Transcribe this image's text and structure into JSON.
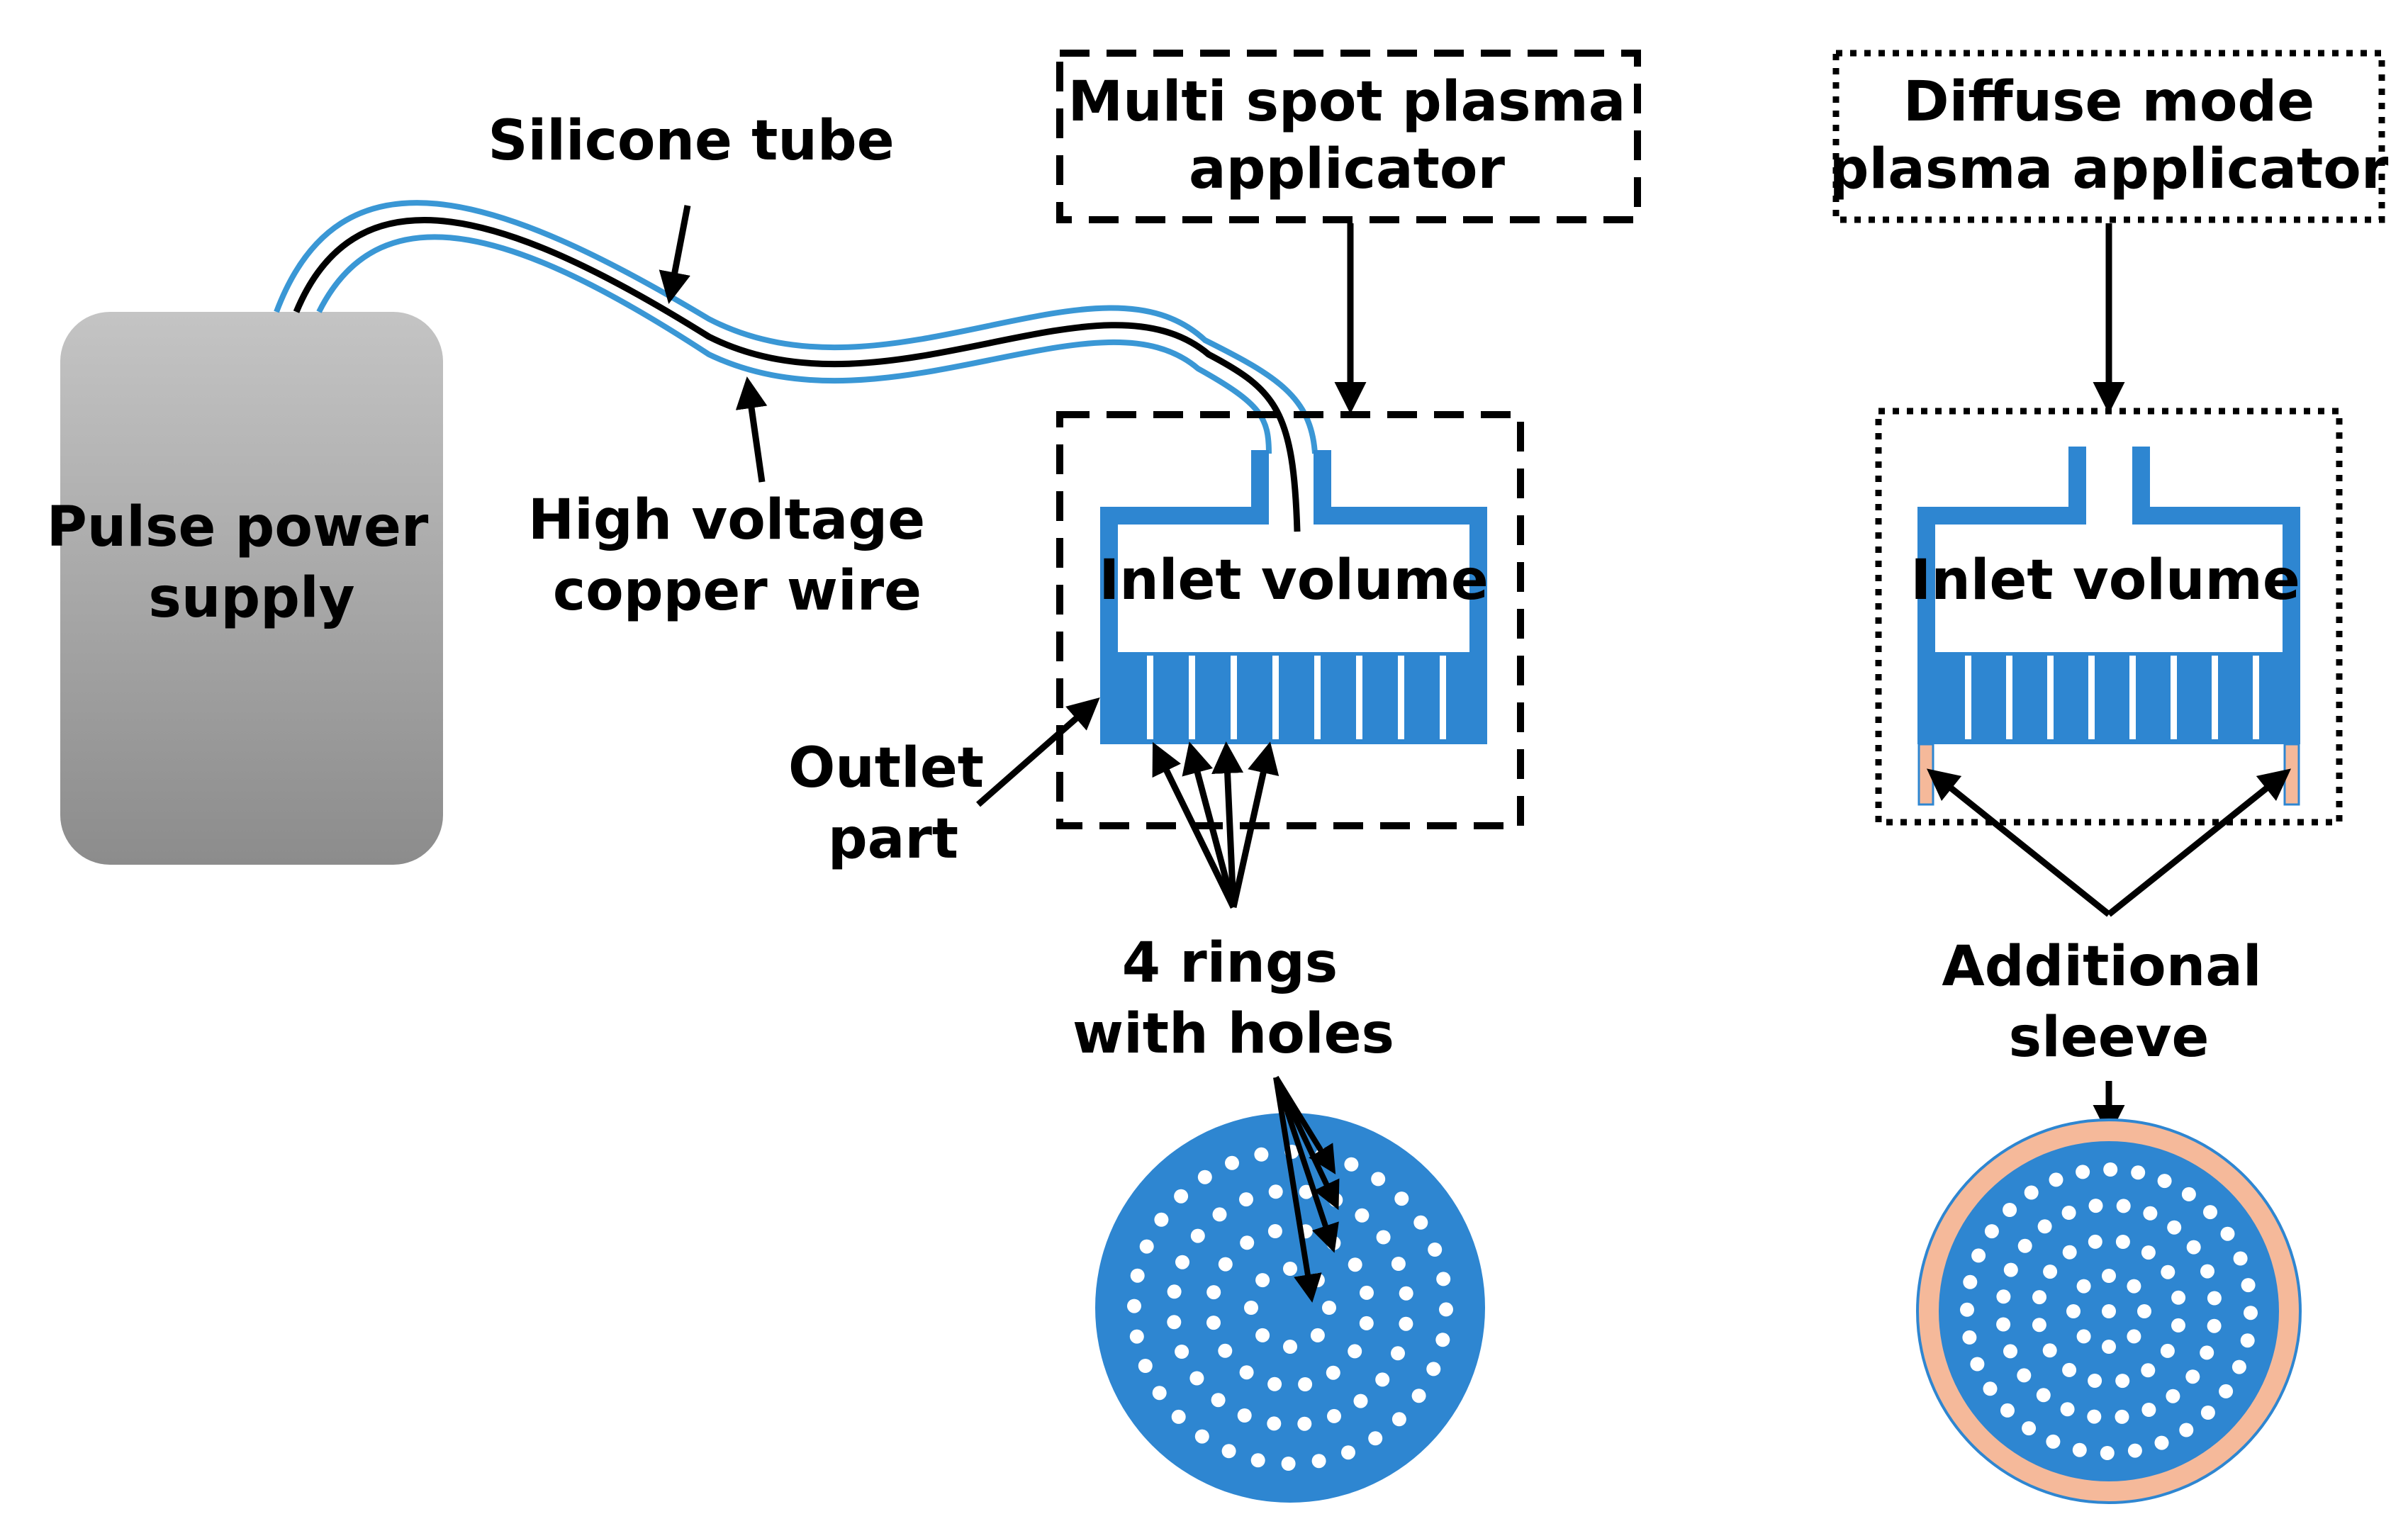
{
  "labels": {
    "power_supply_line1": "Pulse power",
    "power_supply_line2": "supply",
    "silicone_tube": "Silicone tube",
    "copper_wire_line1": "High voltage",
    "copper_wire_line2": "copper wire",
    "multi_spot_line1": "Multi spot plasma",
    "multi_spot_line2": "applicator",
    "diffuse_line1": "Diffuse mode",
    "diffuse_line2": "plasma applicator",
    "inlet_volume_left": "Inlet volume",
    "inlet_volume_right": "Inlet volume",
    "outlet_line1": "Outlet",
    "outlet_line2": "part",
    "rings_line1": "4 rings",
    "rings_line2": "with holes",
    "sleeve_line1": "Additional",
    "sleeve_line2": "sleeve"
  },
  "colors": {
    "applicator_blue": "#2e86d1",
    "tube_blue": "#3a97d5",
    "sleeve_peach": "#f5b99a",
    "power_supply_gray": "#9a9a9a",
    "hole_white": "#ffffff"
  },
  "hole_rings": {
    "count": 4,
    "holes_per_ring": [
      8,
      16,
      24,
      32
    ]
  }
}
